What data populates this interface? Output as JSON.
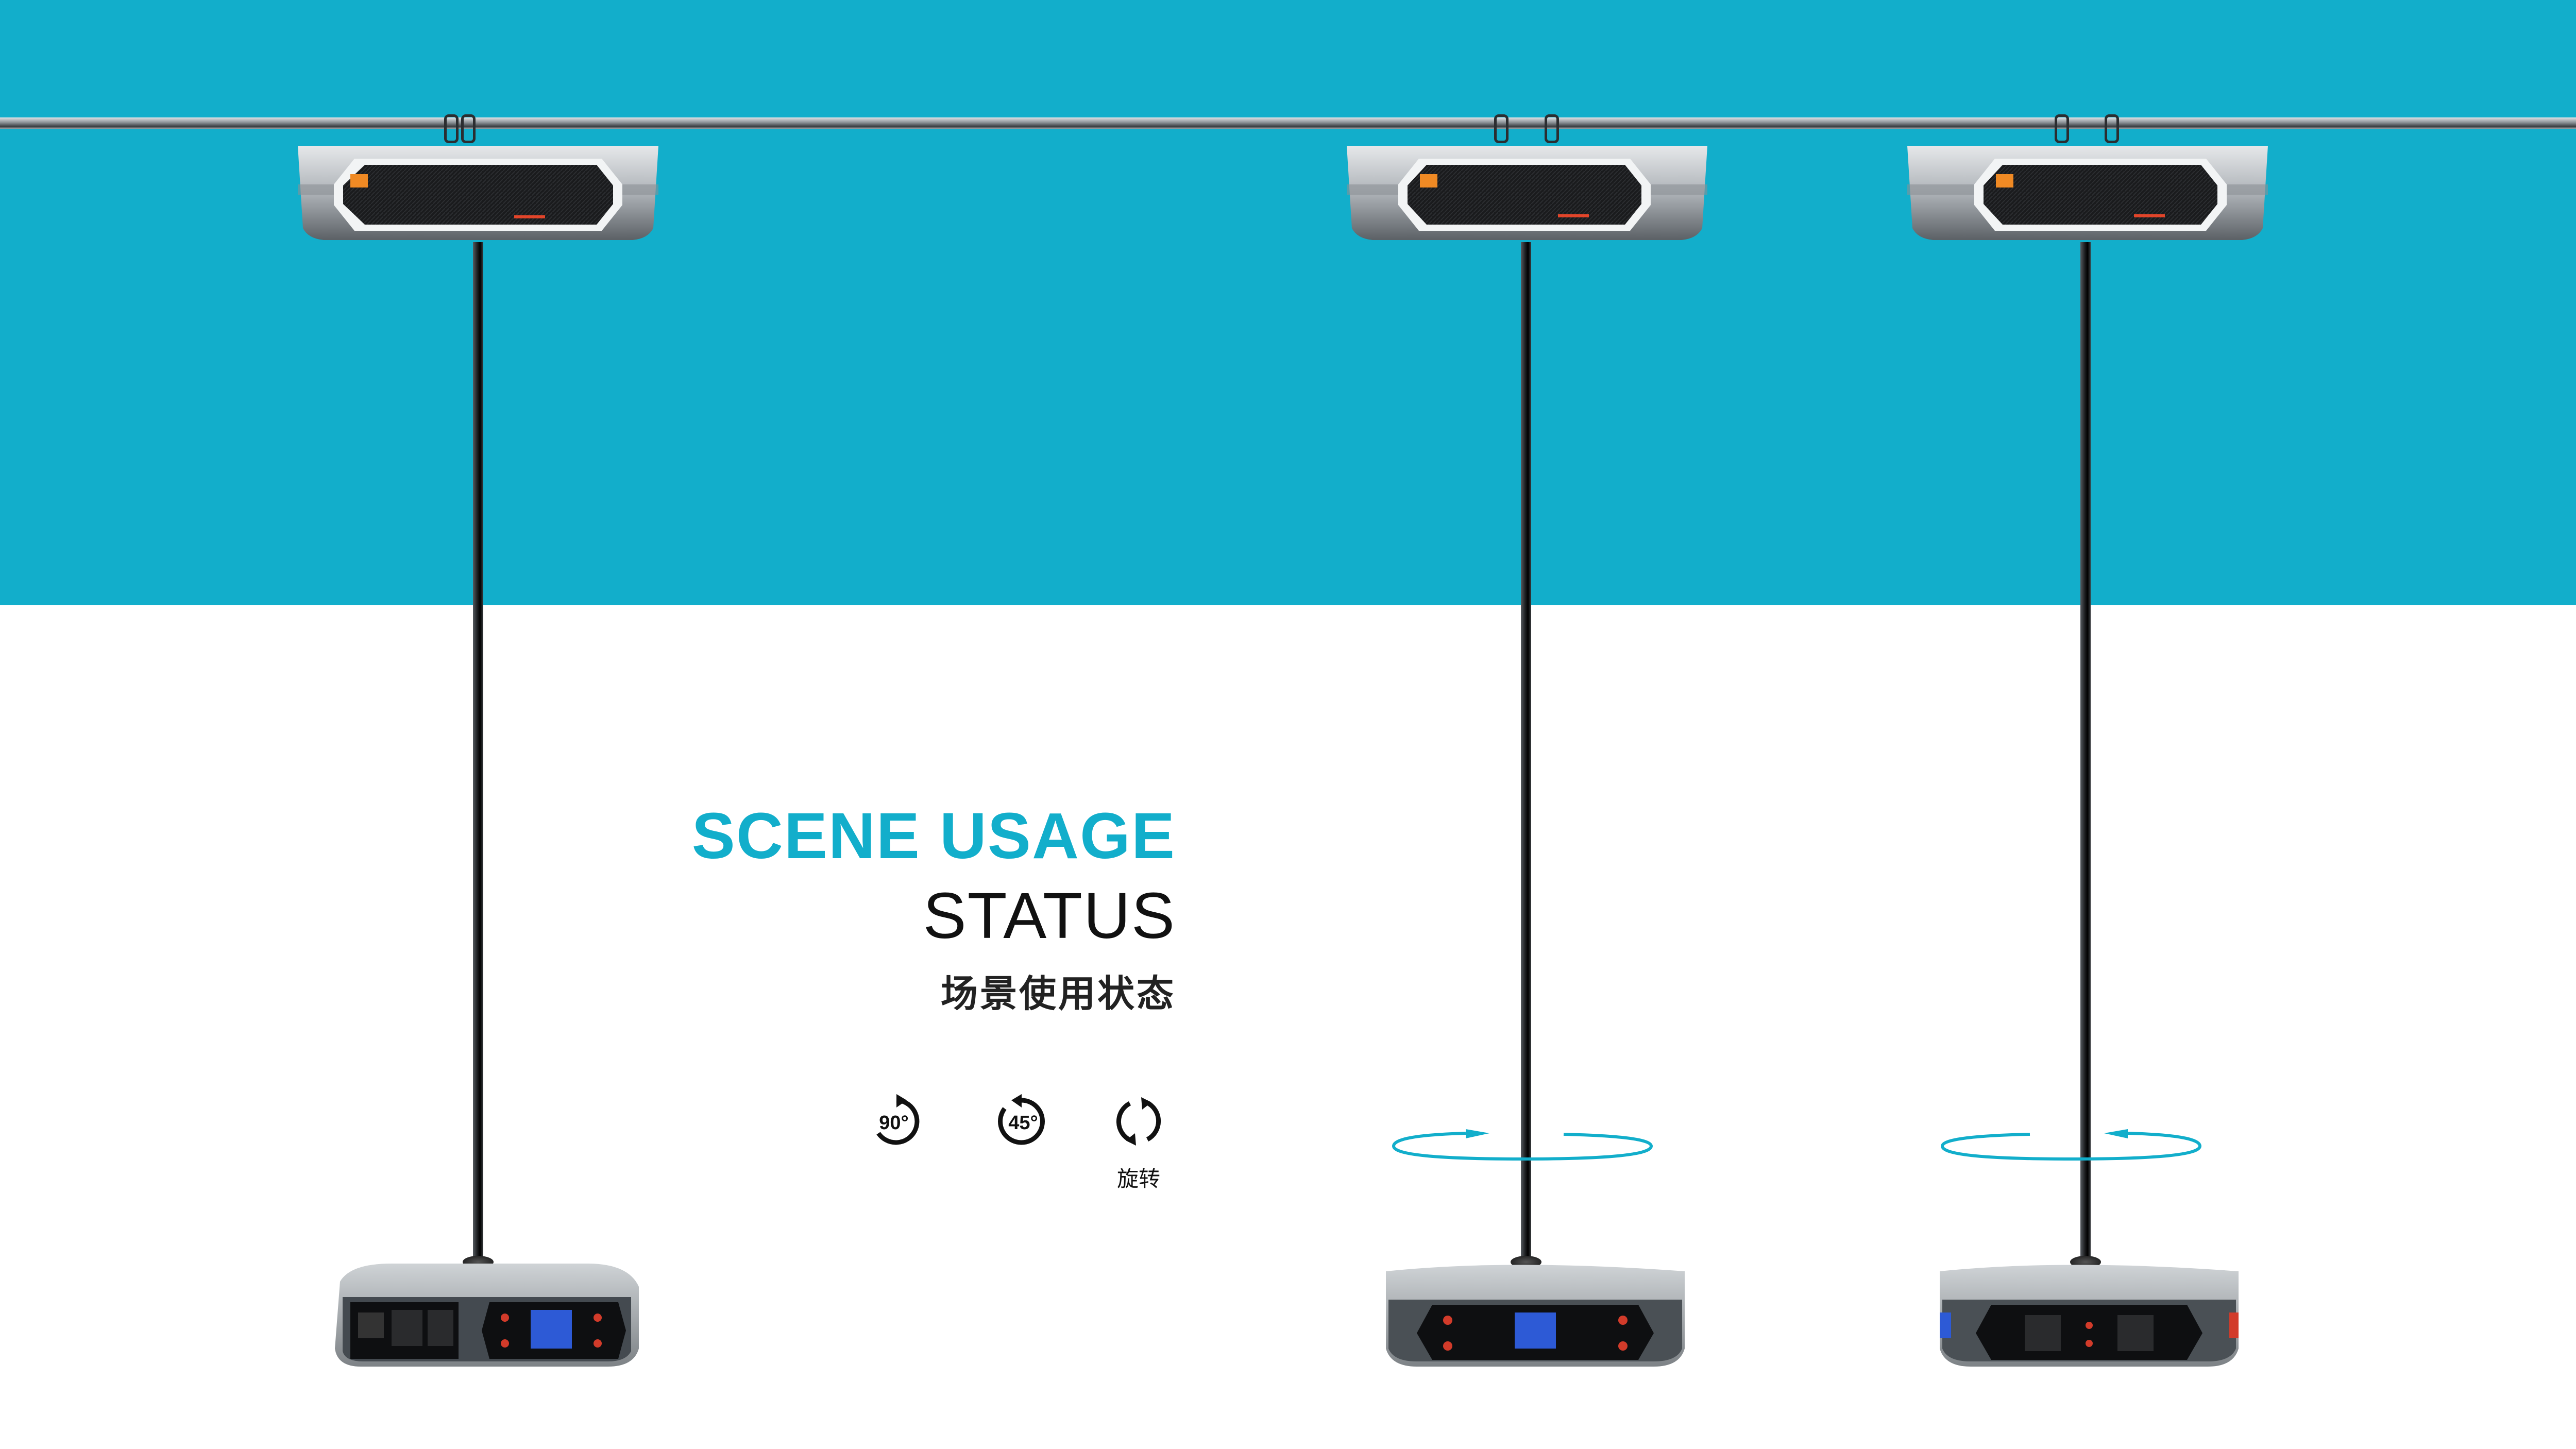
{
  "heading": {
    "line1": "SCENE USAGE",
    "line2": "STATUS",
    "line3": "场景使用状态"
  },
  "rotation_icons": [
    {
      "label": "90°",
      "icon": "rotate-90-icon"
    },
    {
      "label": "45°",
      "icon": "rotate-45-icon"
    },
    {
      "label": "",
      "icon": "rotate-360-icon",
      "caption": "旋转"
    }
  ],
  "colors": {
    "accent": "#12aecb",
    "background": "#ffffff",
    "text": "#111111",
    "indicator_orange": "#f08a24"
  },
  "products": [
    {
      "name": "ceiling-rail-power-unit",
      "base_view": "control-panel-with-screen"
    },
    {
      "name": "ceiling-rail-power-unit",
      "base_view": "control-panel-with-screen",
      "rotation": "clockwise"
    },
    {
      "name": "ceiling-rail-power-unit",
      "base_view": "socket-panel",
      "rotation": "counter-clockwise"
    }
  ]
}
